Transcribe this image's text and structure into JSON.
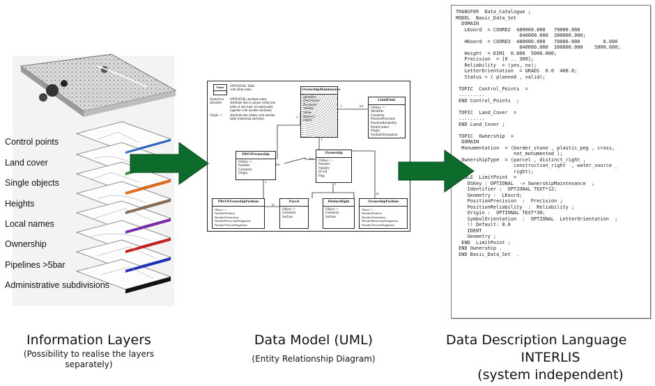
{
  "layers": {
    "labels": [
      "Control points",
      "Land cover",
      "Single objects",
      "Heights",
      "Local names",
      "Ownership",
      "Pipelines >5bar",
      "Administrative subdivisions"
    ]
  },
  "captions": {
    "left_title": "Information Layers",
    "left_sub_1": "(Possibility to realise  the layers",
    "left_sub_2": "separately)",
    "mid_title": "Data Model (UML)",
    "mid_sub": "(Entity Relationship Diagram)",
    "right_title": "Data Description Language",
    "right_sub_1": "INTERLIS",
    "right_sub_2": "(system independent)"
  },
  "uml": {
    "legend": {
      "name_box": "Name",
      "optional_table": "OPTIONAL Table\nwith table name",
      "attr_names": "NameFree\nIdentifier",
      "attr_desc": "OPTIONAL attribute name\nAttribute that is unique within the\ntable of one topic (exceptionally\ntogether with another attribute)",
      "origin": "Origin ->",
      "origin_desc": "Attribute that relates with another\ntable (relational attribute)"
    },
    "boxes": {
      "maintenance_title": "OwnershipMaintenance",
      "maintenance_body": "Identifier\nDescription\nPerimeter\nValidity\nStatus\nRegistry\nDated",
      "limitpoint_title": "LimitPoint",
      "limitpoint_body": "OSKey ->\nIdentifier\nGeometry\nPositionPrecision\nPositionReliability\nPointSymbol\nOrigin\nSymbolOrientation",
      "projown_title": "PROJOwnership",
      "projown_body": "OSKey ->\nNumber\nGeometry\nOrigin",
      "ownership_title": "Ownership",
      "ownership_body": "OSKey ->\nNumber\nValidity\nEGrid\nFlag",
      "projpos_title": "PROJOwnershipPosition",
      "projpos_body": "Object ->\nNumberPosition\nNumberOrientation\nNumberHorizontalAlignment\nNumberVerticalAlignment",
      "parcel_title": "Parcel",
      "parcel_body": "Object ->\nGeometry\nSurface",
      "distinct_title": "DistinctRight",
      "distinct_body": "Object ->\nGeometry\nSurface",
      "ownpos_title": "OwnershipPosition",
      "ownpos_body": "Object ->\nNumberPosition\nNumberOrientation\nNumberHorizontalAlignment\nNumberVerticalAlignment"
    },
    "mult": {
      "one_a": "1",
      "m_a": "mc",
      "one_b": "1",
      "m_b": "mc",
      "one_c": "1",
      "m_c": "mc",
      "one_d": "1",
      "m_d": "m",
      "one_e": "1",
      "m_e": "m"
    }
  },
  "code": {
    "lines": [
      "TRANSFER  Data_Catalogue ;",
      "MODEL  Basic_Data_Set",
      "  DOMAIN",
      "   LKoord  = COORD2  480000.000   70000.000",
      "                      840000.000  300000.000;",
      "   HKoord  = COORD3  480000.000   70000.000        0.000",
      "                      840000.000  300000.000    5000.000;",
      "   Height  = DIM1  0.000  5000.000;",
      "   Precision  = [0 .. 300];",
      "   Reliability  = (yes, no);",
      "   LetterOrientation  = GRADS  0.0  400.0;",
      "   Status = ( planned , valid);",
      "",
      " TOPIC  Control_Points  =",
      " .........",
      " END Control_Points  ;",
      "",
      " TOPIC  Land_Cover  =",
      " .........",
      " END Land_Cover ;",
      "",
      " TOPIC  Ownership  =",
      "  DOMAIN",
      "  Monumentation  = (border_stone , plastic_peg , cross,",
      "                    not_monumented );",
      "  OwnershipType  = (parcel , distinct_right ,",
      "                    construction_right  , water_source _",
      "                    right);",
      " TABLE  LimitPoint  =",
      "    OSKey : OPTIONAL  -> OwnershipMaintenance  ;",
      "    Identifier :  OPTIONAL TEXT*12;",
      "    Geometry :  LKoord;",
      "    PositionPrecision  :  Precision ;",
      "    PositionReliability  :  Reliability ;",
      "    Origin :  OPTIONAL TEXT*30;",
      "    SymbolOrientation  :  OPTIONAL  LetterOrientation  ;",
      "    !! Default: 0.0",
      "    IDENT",
      "    Geometry ;",
      "  END  LimitPoint ;",
      " END Ownership .",
      " END Basic_Data_Set  ."
    ]
  },
  "colors": {
    "arrow": "#0d6b2b",
    "arrow_edge": "#064a1c"
  }
}
